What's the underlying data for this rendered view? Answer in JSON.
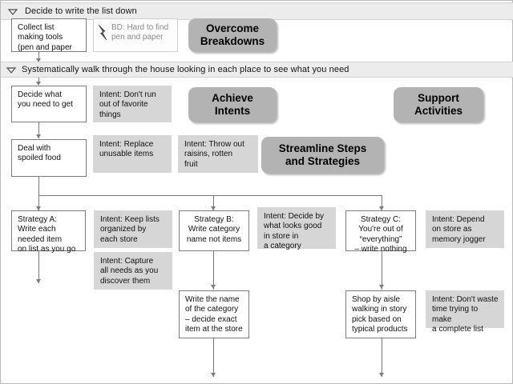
{
  "diagram": {
    "title": "Grocery list strategies flow diagram",
    "colors": {
      "phase_bar_bg": "#ececec",
      "intent_bg": "#d6d6d6",
      "callout_bg": "#b3b3b3",
      "box_border": "#7d7d7d",
      "connector": "#7a7a7a",
      "breakdown_text": "#8a8a8a"
    }
  },
  "phases": [
    {
      "icon": "chevron-down-icon",
      "label": "Decide to write the list down"
    },
    {
      "icon": "chevron-down-icon",
      "label": "Systematically walk through the house looking in each place to see what you need"
    }
  ],
  "callouts": [
    {
      "label": "Overcome\nBreakdowns"
    },
    {
      "label": "Achieve\nIntents"
    },
    {
      "label": "Support\nActivities"
    },
    {
      "label": "Streamline Steps\nand Strategies"
    }
  ],
  "steps": [
    {
      "label": "Collect list\nmaking tools\n(pen and paper"
    },
    {
      "label": "Decide what\nyou need to get"
    },
    {
      "label": "Deal with\nspoiled food"
    },
    {
      "label": "Strategy A:\nWrite each\nneeded item\non list as you go"
    },
    {
      "label": "Strategy B:\nWrite category\nname not items"
    },
    {
      "label": "Strategy C:\nYou're out of\n“everything”\n– write nothing"
    },
    {
      "label": "Write the name\nof the category\n– decide exact\nitem at the store"
    },
    {
      "label": "Shop by aisle\nwalking in story\npick based on\ntypical products"
    }
  ],
  "breakdowns": [
    {
      "icon": "lightning-bolt-icon",
      "label": "BD: Hard to find\npen and paper"
    }
  ],
  "intents": [
    {
      "label": "Intent: Don't run\nout of favorite\nthings"
    },
    {
      "label": "Intent: Replace\nunusable items"
    },
    {
      "label": "Intent: Throw out\nraisins, rotten\nfruit"
    },
    {
      "label": "Intent: Keep lists\norganized by\neach store"
    },
    {
      "label": "Intent: Capture\nall needs as you\ndiscover them"
    },
    {
      "label": "Intent: Decide by\nwhat looks good\nin store in\na category"
    },
    {
      "label": "Intent: Depend\non store as\nmemory jogger"
    },
    {
      "label": "Intent: Don't waste\ntime trying to make\na complete list"
    }
  ]
}
